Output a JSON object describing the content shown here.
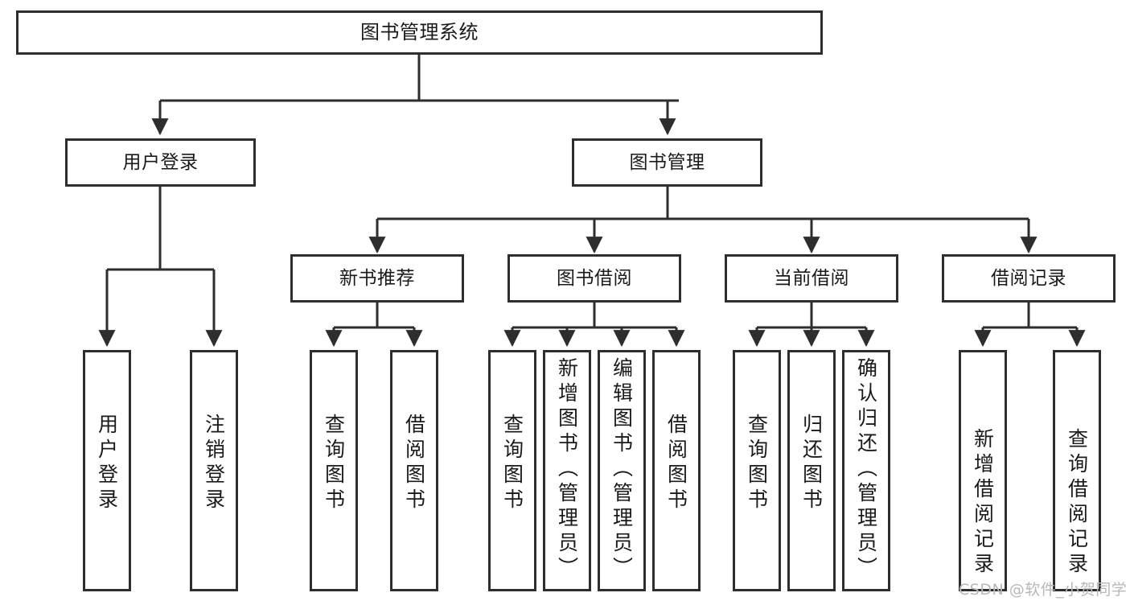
{
  "diagram": {
    "type": "tree-hierarchy-chart",
    "title": "图书管理系统",
    "border_color": "#2e2e2e",
    "text_color": "#1a1a1a",
    "background_color": "#ffffff",
    "watermark": "CSDN @软件_小贺同学"
  },
  "nodes": {
    "root": {
      "label": "图书管理系统"
    },
    "level2": [
      {
        "id": "user-login",
        "label": "用户登录"
      },
      {
        "id": "book-management",
        "label": "图书管理"
      }
    ],
    "level3": [
      {
        "id": "new-book-recommend",
        "label": "新书推荐"
      },
      {
        "id": "book-borrow",
        "label": "图书借阅"
      },
      {
        "id": "current-borrow",
        "label": "当前借阅"
      },
      {
        "id": "borrow-record",
        "label": "借阅记录"
      }
    ],
    "leaves": {
      "user_login": [
        {
          "id": "leaf-user-login",
          "label": "用户登录"
        },
        {
          "id": "leaf-logout",
          "label": "注销登录"
        }
      ],
      "new_book_recommend": [
        {
          "id": "leaf-query-book-1",
          "label": "查询图书"
        },
        {
          "id": "leaf-borrow-book-1",
          "label": "借阅图书"
        }
      ],
      "book_borrow": [
        {
          "id": "leaf-query-book-2",
          "label": "查询图书"
        },
        {
          "id": "leaf-add-book",
          "label": "新增图书（管理员）"
        },
        {
          "id": "leaf-edit-book",
          "label": "编辑图书（管理员）"
        },
        {
          "id": "leaf-borrow-book-2",
          "label": "借阅图书"
        }
      ],
      "current_borrow": [
        {
          "id": "leaf-query-book-3",
          "label": "查询图书"
        },
        {
          "id": "leaf-return-book",
          "label": "归还图书"
        },
        {
          "id": "leaf-confirm-return",
          "label": "确认归还（管理员）"
        }
      ],
      "borrow_record": [
        {
          "id": "leaf-add-record",
          "label": "新增借阅记录"
        },
        {
          "id": "leaf-query-record",
          "label": "查询借阅记录"
        }
      ]
    }
  }
}
